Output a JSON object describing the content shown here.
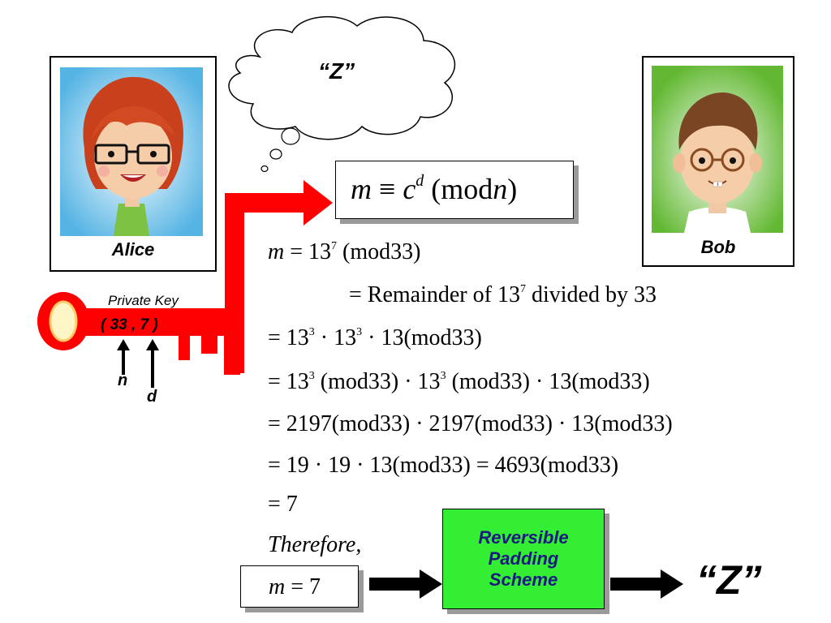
{
  "alice": {
    "name": "Alice"
  },
  "bob": {
    "name": "Bob"
  },
  "thought": {
    "text": "“Z”"
  },
  "key": {
    "label": "Private Key",
    "value": "( 33 , 7 )",
    "n_label": "n",
    "d_label": "d"
  },
  "formula": {
    "m": "m",
    "equiv": "≡",
    "c": "c",
    "d": "d",
    "open": "(mod",
    "n": "n",
    "close": ")"
  },
  "steps": {
    "line1_a": "m",
    "line1_b": " = 13",
    "line1_sup": "7",
    "line1_c": " (mod33)",
    "line2_a": "= Remainder of 13",
    "line2_sup": "7",
    "line2_b": " divided by 33",
    "line3_a": "= 13",
    "line3_sup1": "3",
    "line3_b": " · 13",
    "line3_sup2": "3",
    "line3_c": " · 13(mod33)",
    "line4_a": "= 13",
    "line4_sup1": "3",
    "line4_b": " (mod33) · 13",
    "line4_sup2": "3",
    "line4_c": " (mod33) · 13(mod33)",
    "line5": "= 2197(mod33) · 2197(mod33) · 13(mod33)",
    "line6": "= 19 · 19 · 13(mod33) = 4693(mod33)",
    "line7": "= 7",
    "therefore": "Therefore,"
  },
  "result": {
    "m": "m",
    "rest": " = 7"
  },
  "padding": {
    "line1": "Reversible",
    "line2": "Padding",
    "line3": "Scheme"
  },
  "output": {
    "text": "“Z”"
  },
  "colors": {
    "key_red": "#ff0000",
    "padding_green": "#33ee33",
    "alice_bg": "#5ab8e6",
    "bob_bg": "#66bb33"
  }
}
